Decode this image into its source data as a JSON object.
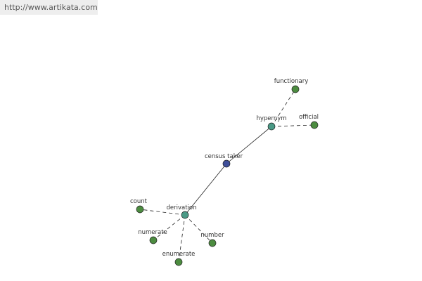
{
  "banner": {
    "url": "http://www.artikata.com"
  },
  "colors": {
    "center": "#3f4f9a",
    "intermediate": "#4a9a86",
    "leaf": "#4c8c40"
  },
  "graph": {
    "nodes": [
      {
        "id": "census-taker",
        "label": "census taker",
        "kind": "center"
      },
      {
        "id": "hypernym",
        "label": "hypernym",
        "kind": "intermediate"
      },
      {
        "id": "derivation",
        "label": "derivation",
        "kind": "intermediate"
      },
      {
        "id": "functionary",
        "label": "functionary",
        "kind": "leaf"
      },
      {
        "id": "official",
        "label": "official",
        "kind": "leaf"
      },
      {
        "id": "count",
        "label": "count",
        "kind": "leaf"
      },
      {
        "id": "numerate",
        "label": "numerate",
        "kind": "leaf"
      },
      {
        "id": "enumerate",
        "label": "enumerate",
        "kind": "leaf"
      },
      {
        "id": "number",
        "label": "number",
        "kind": "leaf"
      }
    ],
    "edges": [
      {
        "from": "census-taker",
        "to": "hypernym",
        "style": "solid"
      },
      {
        "from": "census-taker",
        "to": "derivation",
        "style": "solid"
      },
      {
        "from": "hypernym",
        "to": "functionary",
        "style": "dashed"
      },
      {
        "from": "hypernym",
        "to": "official",
        "style": "dashed"
      },
      {
        "from": "derivation",
        "to": "count",
        "style": "dashed"
      },
      {
        "from": "derivation",
        "to": "numerate",
        "style": "dashed"
      },
      {
        "from": "derivation",
        "to": "enumerate",
        "style": "dashed"
      },
      {
        "from": "derivation",
        "to": "number",
        "style": "dashed"
      }
    ]
  }
}
